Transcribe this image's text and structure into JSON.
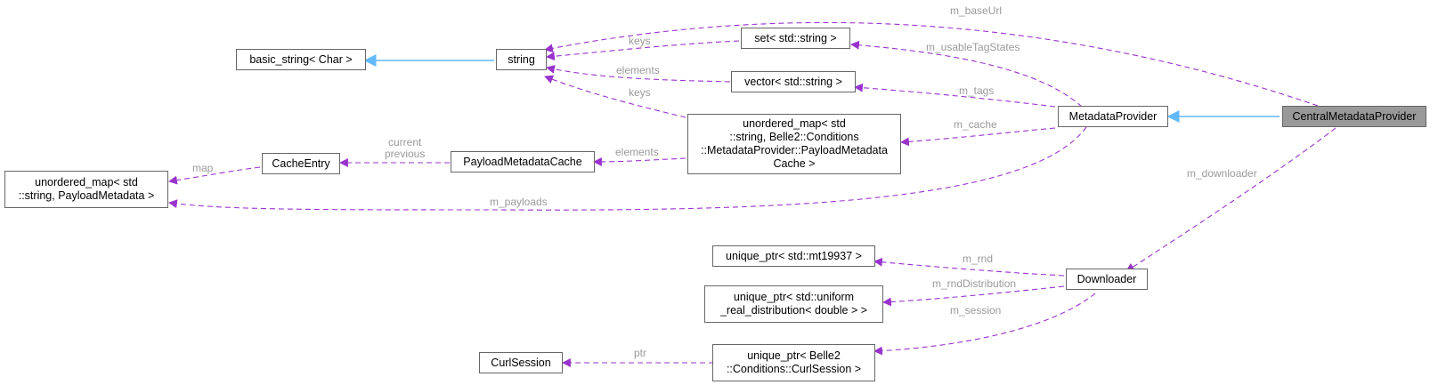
{
  "colors": {
    "inherit": "#63b8ff",
    "usage": "#9a32cd",
    "label": "#9a9a9a",
    "node_border": "#666666",
    "highlight": "#999999"
  },
  "nodes": {
    "central": "CentralMetadataProvider",
    "metadata_provider": "MetadataProvider",
    "downloader": "Downloader",
    "string": "string",
    "basic_string": "basic_string< Char >",
    "set_string": "set< std::string >",
    "vector_string": "vector< std::string >",
    "unordered_map_cache": "unordered_map< std\n::string, Belle2::Conditions\n::MetadataProvider::PayloadMetadata\nCache >",
    "payload_metadata_cache": "PayloadMetadataCache",
    "cache_entry": "CacheEntry",
    "unordered_map_payload": "unordered_map< std\n::string, PayloadMetadata >",
    "unique_ptr_mt": "unique_ptr< std::mt19937 >",
    "unique_ptr_dist": "unique_ptr< std::uniform\n_real_distribution< double > >",
    "unique_ptr_curl": "unique_ptr< Belle2\n::Conditions::CurlSession >",
    "curl_session": "CurlSession"
  },
  "edge_labels": {
    "m_baseUrl": "m_baseUrl",
    "keys_set": "keys",
    "m_usableTagStates": "m_usableTagStates",
    "elements_vec": "elements",
    "m_tags": "m_tags",
    "keys_map": "keys",
    "m_cache": "m_cache",
    "current_previous": "current\nprevious",
    "elements_cache": "elements",
    "map": "map",
    "m_payloads": "m_payloads",
    "m_downloader": "m_downloader",
    "m_rnd": "m_rnd",
    "m_rndDistribution": "m_rndDistribution",
    "m_session": "m_session",
    "ptr": "ptr"
  }
}
